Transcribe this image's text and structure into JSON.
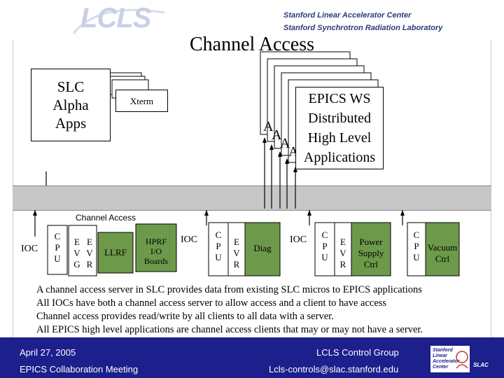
{
  "header": {
    "logo": "LCLS",
    "lab_line1": "Stanford Linear Accelerator Center",
    "lab_line2": "Stanford Synchrotron Radiation Laboratory"
  },
  "slide": {
    "title": "Channel Access",
    "slc_box": {
      "line1": "SLC",
      "line2": "Alpha",
      "line3": "Apps"
    },
    "xterm": "Xterm",
    "ws_box": {
      "line1": "EPICS WS",
      "line2": "Distributed",
      "line3": "High Level",
      "line4": "Applications",
      "stack_fragment": "A"
    },
    "bus_label": "Channel Access",
    "ioc1": {
      "label": "IOC",
      "cpu": [
        "C",
        "P",
        "U"
      ],
      "evg": [
        "E",
        "V",
        "G"
      ],
      "evr": [
        "E",
        "V",
        "R"
      ],
      "llrf": "LLRF",
      "hprf": [
        "HPRF",
        "I/O",
        "Boards"
      ]
    },
    "ioc2": {
      "label": "IOC",
      "cpu": [
        "C",
        "P",
        "U"
      ],
      "evr": [
        "E",
        "V",
        "R"
      ],
      "diag": "Diag"
    },
    "ioc3": {
      "label": "IOC",
      "cpu": [
        "C",
        "P",
        "U"
      ],
      "evr": [
        "E",
        "V",
        "R"
      ],
      "power": [
        "Power",
        "Supply",
        "Ctrl"
      ]
    },
    "ioc4": {
      "cpu": [
        "C",
        "P",
        "U"
      ],
      "vacuum": [
        "Vacuum",
        "Ctrl"
      ]
    },
    "notes": [
      "A channel access server in SLC provides data from existing SLC micros to EPICS applications",
      "All IOCs have both a channel access server to allow access and a client to have access",
      "Channel access provides read/write by all clients to all data with a server.",
      "All EPICS high level applications are channel access clients that may or may not have a server."
    ]
  },
  "footer": {
    "date": "April 27, 2005",
    "meeting": "EPICS Collaboration Meeting",
    "group": "LCLS Control Group",
    "email": "Lcls-controls@slac.stanford.edu",
    "logo_lines": [
      "Stanford",
      "Linear",
      "Accelerator",
      "Center"
    ],
    "slac_mark": "SLAC"
  },
  "colors": {
    "footer_bg": "#1c1f8c",
    "bus_gray": "#c7c7c7",
    "board_green": "#6c9a4a"
  }
}
